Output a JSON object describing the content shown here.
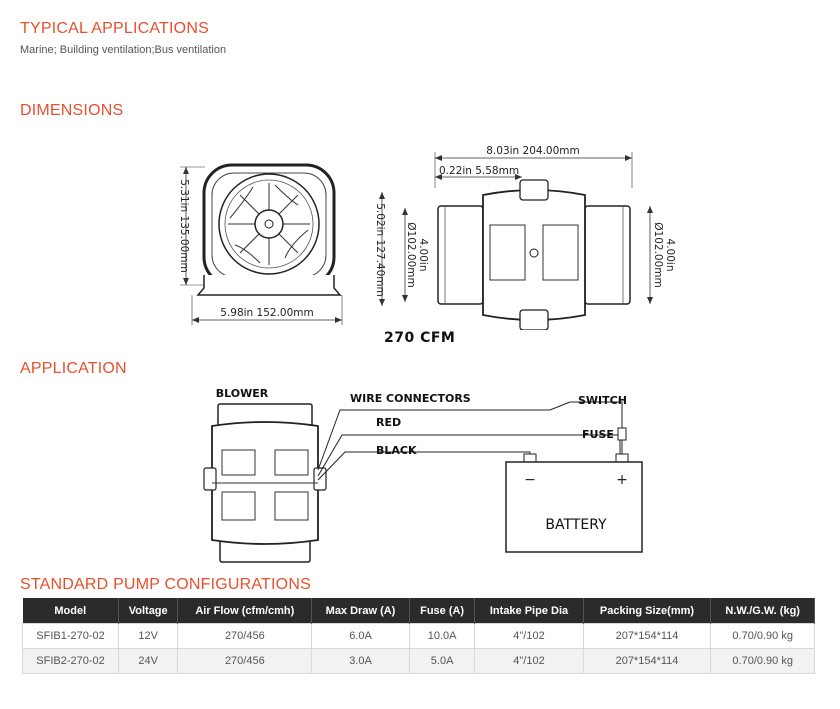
{
  "sections": {
    "typical_applications": {
      "title": "TYPICAL APPLICATIONS",
      "text": "Marine; Building ventilation;Bus ventilation"
    },
    "dimensions": {
      "title": "DIMENSIONS",
      "front_width": "5.98in 152.00mm",
      "front_height": "5.31in 135.00mm",
      "side_length": "8.03in 204.00mm",
      "side_offset": "0.22in 5.58mm",
      "side_height": "5.02in 127.40mm",
      "pipe_dia_left_in": "4.00in",
      "pipe_dia_left_mm": "Ø102.00mm",
      "pipe_dia_right_in": "4.00in",
      "pipe_dia_right_mm": "Ø102.00mm",
      "cfm_label": "270 CFM"
    },
    "application": {
      "title": "APPLICATION",
      "blower": "BLOWER",
      "wire_connectors": "WIRE   CONNECTORS",
      "red": "RED",
      "black": "BLACK",
      "switch": "SWITCH",
      "fuse": "FUSE",
      "battery": "BATTERY",
      "minus": "−",
      "plus": "+"
    },
    "configurations": {
      "title": "STANDARD PUMP CONFIGURATIONS",
      "headers": [
        "Model",
        "Voltage",
        "Air Flow (cfm/cmh)",
        "Max Draw (A)",
        "Fuse (A)",
        "Intake Pipe Dia",
        "Packing Size(mm)",
        "N.W./G.W. (kg)"
      ],
      "rows": [
        [
          "SFIB1-270-02",
          "12V",
          "270/456",
          "6.0A",
          "10.0A",
          "4\"/102",
          "207*154*114",
          "0.70/0.90 kg"
        ],
        [
          "SFIB2-270-02",
          "24V",
          "270/456",
          "3.0A",
          "5.0A",
          "4\"/102",
          "207*154*114",
          "0.70/0.90 kg"
        ]
      ]
    }
  },
  "colors": {
    "accent": "#e8502d",
    "table_header_bg": "#2b2b2b"
  }
}
